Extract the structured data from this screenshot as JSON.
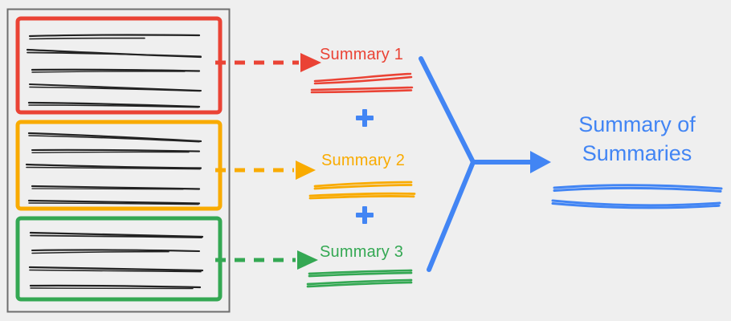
{
  "diagram": {
    "title_semantic": "summary-of-summaries-flow",
    "background_color": "#efefef",
    "colors": {
      "red": "#EA4335",
      "orange": "#F9AB00",
      "green": "#34A853",
      "blue": "#4285F4",
      "ink": "#222222",
      "container_border": "#6e6e6e"
    },
    "document_container": {
      "label": "source-document",
      "chunks": [
        {
          "name": "chunk-1",
          "color": "#EA4335",
          "line_count": 5
        },
        {
          "name": "chunk-2",
          "color": "#F9AB00",
          "line_count": 5
        },
        {
          "name": "chunk-3",
          "color": "#34A853",
          "line_count": 4
        }
      ]
    },
    "arrows": [
      {
        "name": "dashed-arrow-red",
        "style": "dashed",
        "color": "#EA4335"
      },
      {
        "name": "dashed-arrow-orange",
        "style": "dashed",
        "color": "#F9AB00"
      },
      {
        "name": "dashed-arrow-green",
        "style": "dashed",
        "color": "#34A853"
      },
      {
        "name": "merge-arrow-blue",
        "style": "solid",
        "color": "#4285F4"
      }
    ],
    "summaries": [
      {
        "id": "summary-1",
        "label": "Summary 1",
        "color": "#EA4335",
        "squiggle_count": 2
      },
      {
        "id": "summary-2",
        "label": "Summary 2",
        "color": "#F9AB00",
        "squiggle_count": 2
      },
      {
        "id": "summary-3",
        "label": "Summary 3",
        "color": "#34A853",
        "squiggle_count": 2
      }
    ],
    "operators": [
      {
        "name": "plus-operator-1",
        "glyph": "+",
        "color": "#4285F4"
      },
      {
        "name": "plus-operator-2",
        "glyph": "+",
        "color": "#4285F4"
      }
    ],
    "final": {
      "id": "summary-of-summaries",
      "label": "Summary of Summaries",
      "color": "#4285F4",
      "squiggle_count": 2
    }
  }
}
